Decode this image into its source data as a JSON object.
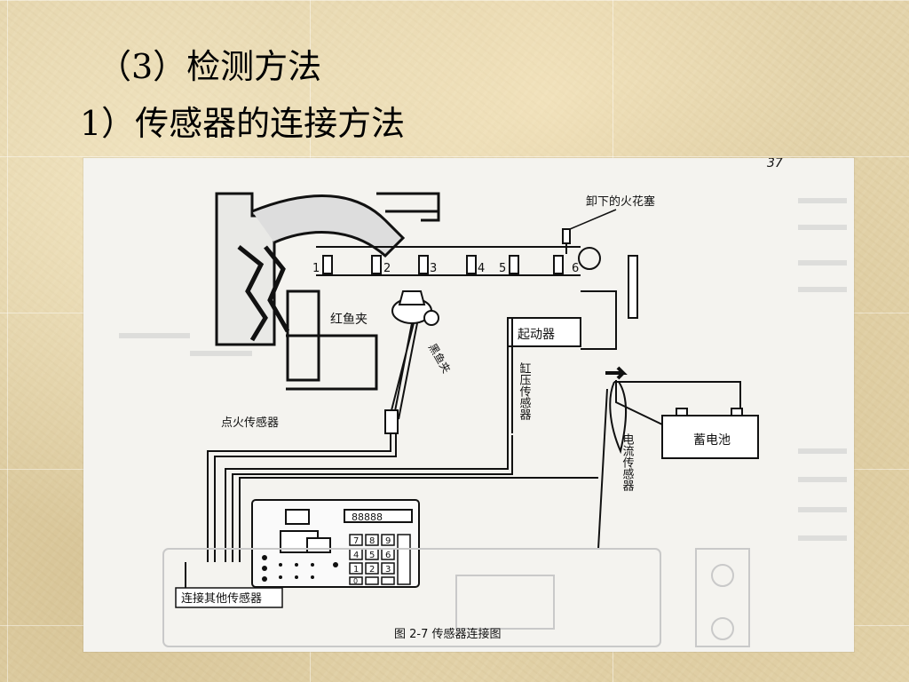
{
  "slide": {
    "heading_1": "（3）检测方法",
    "heading_2": "1）传感器的连接方法"
  },
  "figure": {
    "page_number": "37",
    "caption": "图 2-7    传感器连接图",
    "labels": {
      "spark_plug_removed": "卸下的火花塞",
      "red_clip": "红鱼夹",
      "black_clip": "黑鱼夹",
      "starter": "起动器",
      "cylinder_pressure_sensor": "缸压传感器",
      "ignition_sensor": "点火传感器",
      "current_sensor": "电流传感器",
      "battery": "蓄电池",
      "connect_other_sensors": "连接其他传感器",
      "display_readout": "88888"
    },
    "cylinder_numbers": [
      "1",
      "2",
      "3",
      "4",
      "5",
      "6"
    ],
    "keypad": [
      "7",
      "8",
      "9",
      "4",
      "5",
      "6",
      "1",
      "2",
      "3",
      "0",
      "",
      ""
    ]
  }
}
